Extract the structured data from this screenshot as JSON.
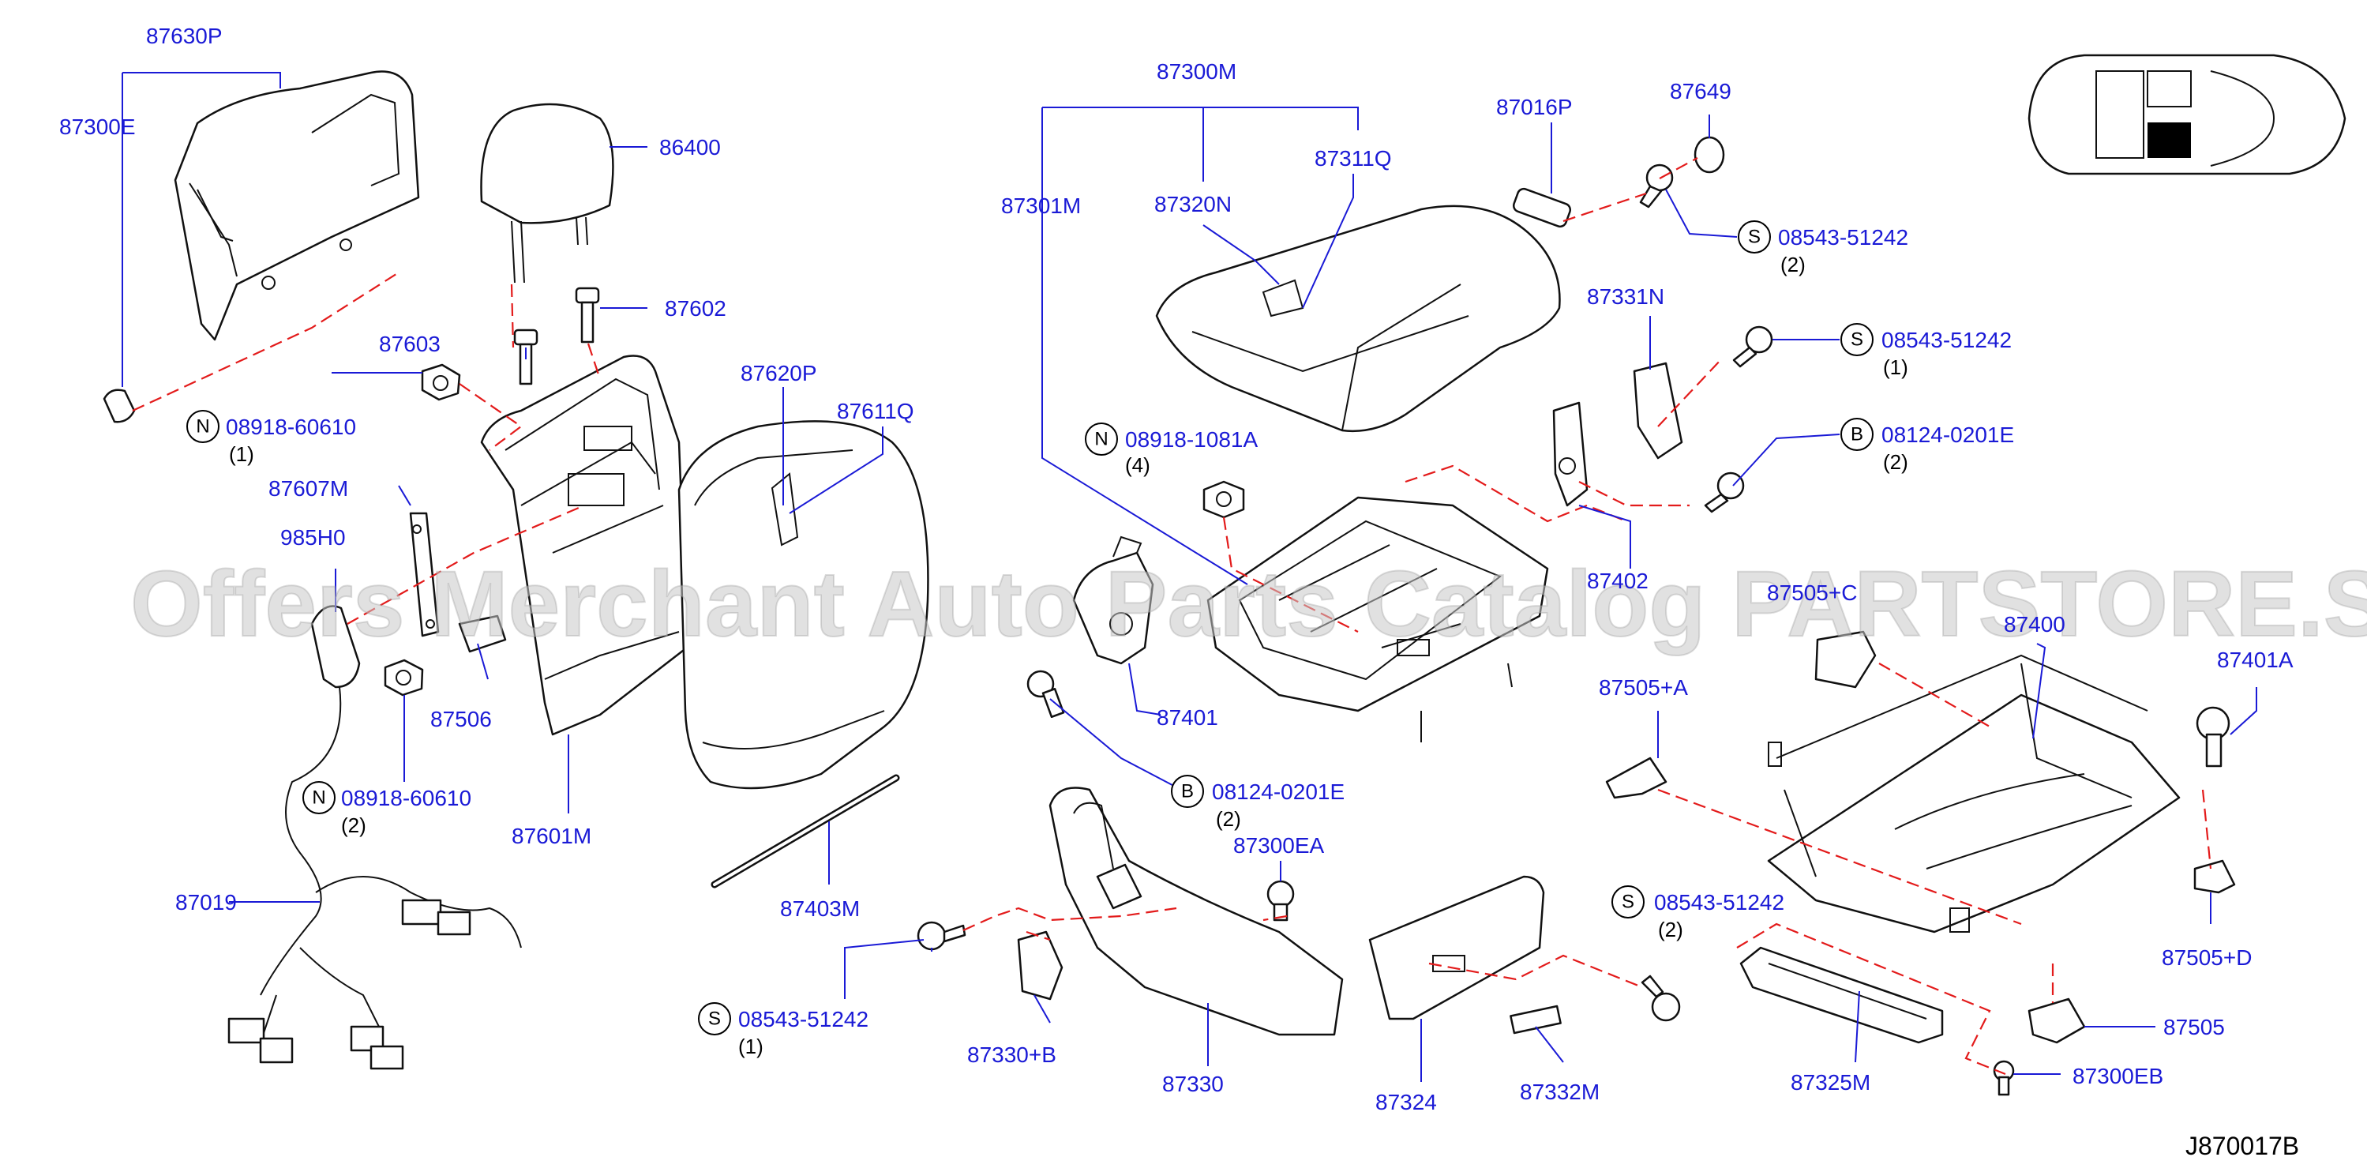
{
  "diagram_code": "J870017B",
  "watermark": "Offers Merchant Auto Parts Catalog PARTSTORE.SA",
  "labels": {
    "l87630P": "87630P",
    "l87300E": "87300E",
    "l86400": "86400",
    "l87602": "87602",
    "l87603": "87603",
    "l08918_60610_a": "08918-60610",
    "l87607M": "87607M",
    "l985H0": "985H0",
    "l87506": "87506",
    "l08918_60610_b": "08918-60610",
    "l87601M": "87601M",
    "l87620P": "87620P",
    "l87611Q": "87611Q",
    "l87019": "87019",
    "l87403M": "87403M",
    "l87300M": "87300M",
    "l87301M": "87301M",
    "l87320N": "87320N",
    "l87311Q": "87311Q",
    "l87016P": "87016P",
    "l87649": "87649",
    "l08543_51242_a": "08543-51242",
    "l87331N": "87331N",
    "l08543_51242_b": "08543-51242",
    "l08918_1081A": "08918-1081A",
    "l08124_0201E_a": "08124-0201E",
    "l87402": "87402",
    "l87401": "87401",
    "l08124_0201E_b": "08124-0201E",
    "l87505C": "87505+C",
    "l87400": "87400",
    "l87401A": "87401A",
    "l87505A": "87505+A",
    "l87300EA": "87300EA",
    "l08543_51242_c": "08543-51242",
    "l08543_51242_d": "08543-51242",
    "l87330B": "87330+B",
    "l87330": "87330",
    "l87324": "87324",
    "l87332M": "87332M",
    "l87325M": "87325M",
    "l87505D": "87505+D",
    "l87505": "87505",
    "l87300EB": "87300EB"
  },
  "quantities": {
    "q1_a": "(1)",
    "q2_a": "(2)",
    "q2_b": "(2)",
    "q1_b": "(1)",
    "q4": "(4)",
    "q2_c": "(2)",
    "q2_d": "(2)",
    "q2_e": "(2)",
    "q1_c": "(1)"
  },
  "fastener_letters": {
    "n1": "N",
    "n2": "N",
    "n3": "N",
    "s1": "S",
    "s2": "S",
    "s3": "S",
    "s4": "S",
    "b1": "B",
    "b2": "B"
  },
  "colors": {
    "label_blue": "#1a1ad6",
    "leader_blue": "#1a1ad6",
    "dashed_red": "#e31b1b",
    "line_black": "#111111",
    "watermark_gray": "#c8c8c8"
  }
}
